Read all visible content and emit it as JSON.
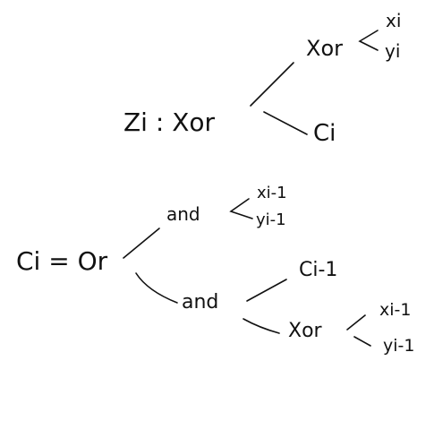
{
  "tree1": {
    "root": "Zi : Xor",
    "xor": "Xor",
    "xor_children": [
      "xi",
      "yi"
    ],
    "carry": "Ci"
  },
  "tree2": {
    "root": "Ci = Or",
    "and_top": "and",
    "and_top_children": [
      "xi-1",
      "yi-1"
    ],
    "and_bottom": "and",
    "carry_prev": "Ci-1",
    "xor": "Xor",
    "xor_children": [
      "xi-1",
      "yi-1"
    ]
  }
}
